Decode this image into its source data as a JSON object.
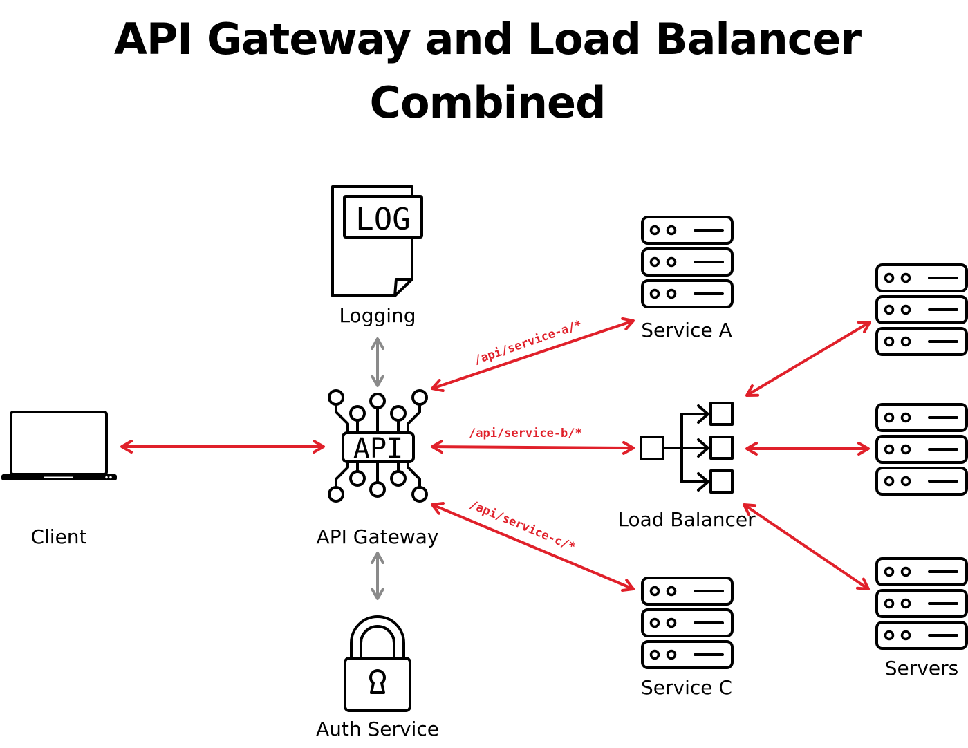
{
  "title": {
    "line1": "API Gateway and Load Balancer",
    "line2": "Combined"
  },
  "nodes": {
    "client": {
      "label": "Client",
      "icon": "laptop-icon"
    },
    "api_gateway": {
      "label": "API Gateway",
      "icon": "api-chip-icon",
      "icon_text": "API"
    },
    "logging": {
      "label": "Logging",
      "icon": "log-file-icon",
      "icon_text": "LOG"
    },
    "auth_service": {
      "label": "Auth Service",
      "icon": "padlock-icon"
    },
    "service_a": {
      "label": "Service A",
      "icon": "server-rack-icon"
    },
    "load_balancer": {
      "label": "Load Balancer",
      "icon": "load-balancer-icon"
    },
    "service_c": {
      "label": "Service C",
      "icon": "server-rack-icon"
    },
    "servers": {
      "label": "Servers",
      "icon": "server-rack-icon"
    }
  },
  "routes": {
    "service_a": "/api/service-a/*",
    "service_b": "/api/service-b/*",
    "service_c": "/api/service-c/*"
  },
  "colors": {
    "arrow_primary": "#e0202a",
    "arrow_secondary": "#8a8a8a",
    "icon": "#000000",
    "background": "#ffffff"
  }
}
